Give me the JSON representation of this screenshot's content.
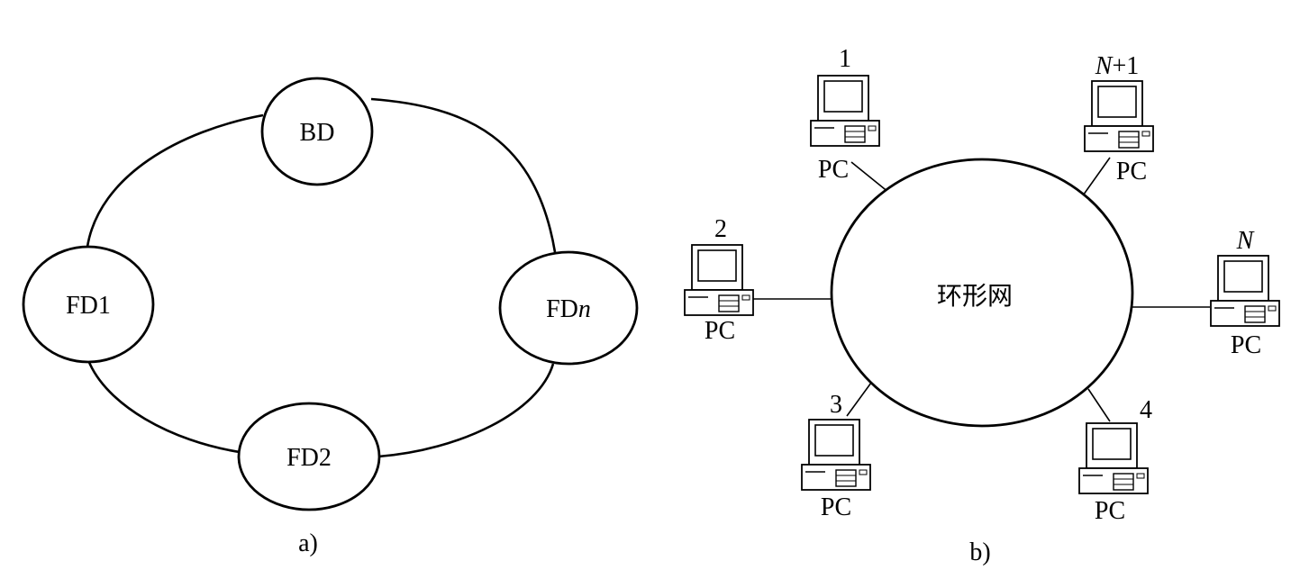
{
  "diagram_a": {
    "nodes": {
      "bd": "BD",
      "fd1": "FD1",
      "fdn_prefix": "FD",
      "fdn_suffix": "n",
      "fd2": "FD2"
    },
    "caption": "a)"
  },
  "diagram_b": {
    "ring_label": "环形网",
    "pc_label": "PC",
    "computers": [
      {
        "id": "1",
        "number_prefix": "",
        "number_main": "1"
      },
      {
        "id": "2",
        "number_prefix": "",
        "number_main": "2"
      },
      {
        "id": "3",
        "number_prefix": "",
        "number_main": "3"
      },
      {
        "id": "4",
        "number_prefix": "",
        "number_main": "4"
      },
      {
        "id": "N",
        "number_prefix": "N",
        "number_main": ""
      },
      {
        "id": "N+1",
        "number_prefix": "N",
        "number_main": "+1"
      }
    ],
    "caption": "b)"
  }
}
